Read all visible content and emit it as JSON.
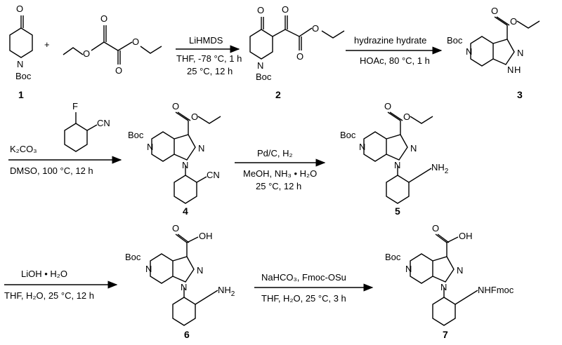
{
  "compounds": {
    "c1": "1",
    "c2": "2",
    "c3": "3",
    "c4": "4",
    "c5": "5",
    "c6": "6",
    "c7": "7"
  },
  "plus": "+",
  "atoms": {
    "O": "O",
    "N": "N",
    "NH": "N",
    "H": "H",
    "F": "F",
    "CN": "CN",
    "Boc": "Boc",
    "OH": "OH",
    "NH2": "NH",
    "two": "2",
    "NHFmoc": "NHFmoc"
  },
  "steps": {
    "s1": {
      "above": "LiHMDS",
      "below1": "THF, -78 °C, 1 h",
      "below2": "25 °C, 12 h"
    },
    "s2": {
      "above": "hydrazine hydrate",
      "below1": "HOAc, 80 °C, 1 h"
    },
    "s3": {
      "above": "K₂CO₃",
      "below1": "DMSO, 100 °C, 12 h"
    },
    "s4": {
      "above": "Pd/C, H₂",
      "below1": "MeOH, NH₃ • H₂O",
      "below2": "25 °C, 12 h"
    },
    "s5": {
      "above": "LiOH • H₂O",
      "below1": "THF, H₂O, 25 °C, 12 h"
    },
    "s6": {
      "above": "NaHCO₃, Fmoc-OSu",
      "below1": "THF, H₂O, 25 °C, 3 h"
    }
  }
}
